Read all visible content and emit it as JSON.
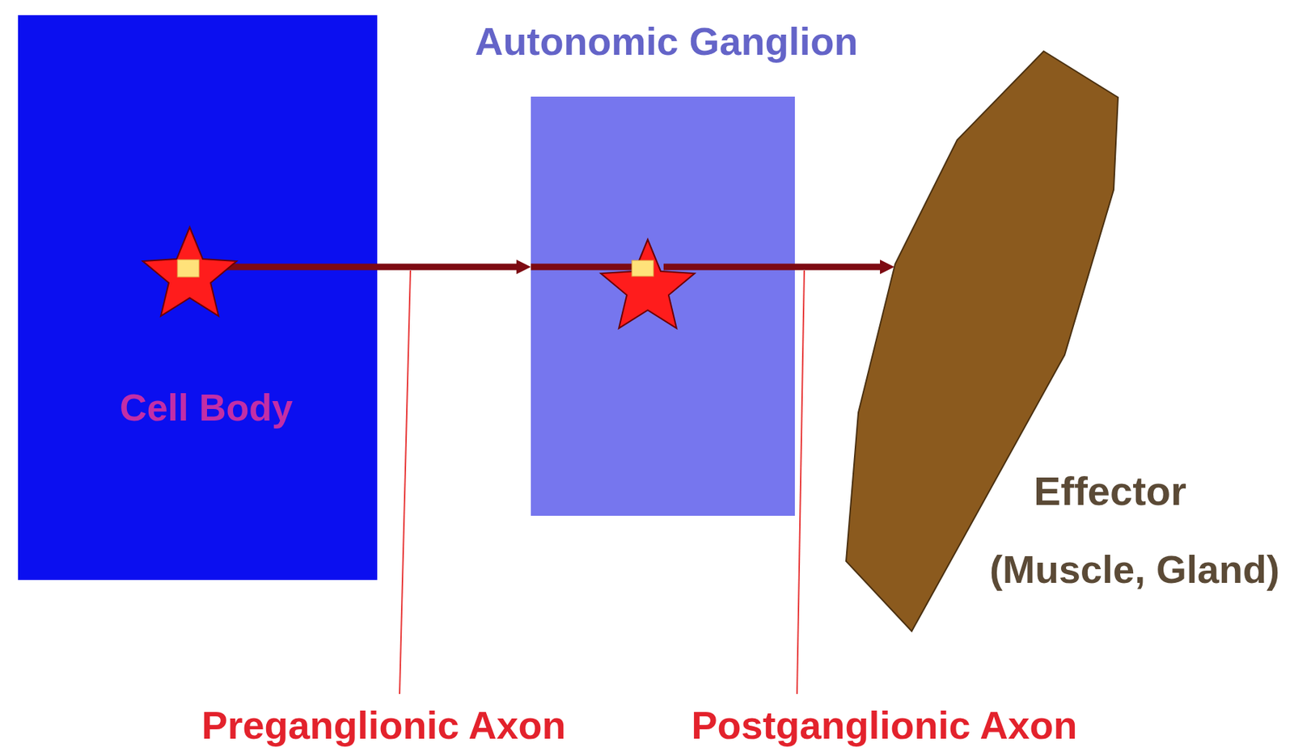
{
  "diagram": {
    "nodes": [
      {
        "text": [
          "Cell Body"
        ]
      },
      {
        "text": [
          "Autonomic Ganglion"
        ]
      },
      {
        "text": [
          "Effector",
          "(Muscle, Gland)"
        ]
      }
    ],
    "edges": [
      {
        "from": 0,
        "to": 1,
        "arrow": "to"
      },
      {
        "from": 1,
        "to": 2,
        "arrow": "to"
      }
    ],
    "labels": [
      "Preganglionic Axon",
      "Postganglionic Axon"
    ]
  }
}
